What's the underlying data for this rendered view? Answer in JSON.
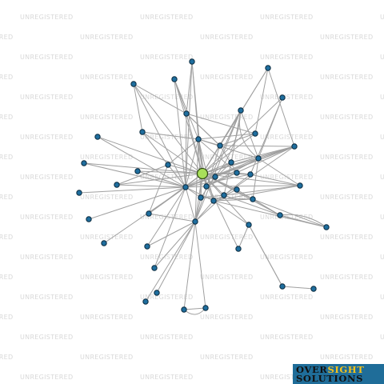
{
  "watermark_text": "UNREGISTERED",
  "logo": {
    "part1": "OVER",
    "part2": "SIGHT",
    "line2": "SOLUTIONS"
  },
  "colors": {
    "node": "#1f6e9e",
    "focus": "#a8e05a",
    "edge": "#a0a0a0",
    "logo_bg": "#1f6d99",
    "logo_accent": "#f7c21a"
  }
}
